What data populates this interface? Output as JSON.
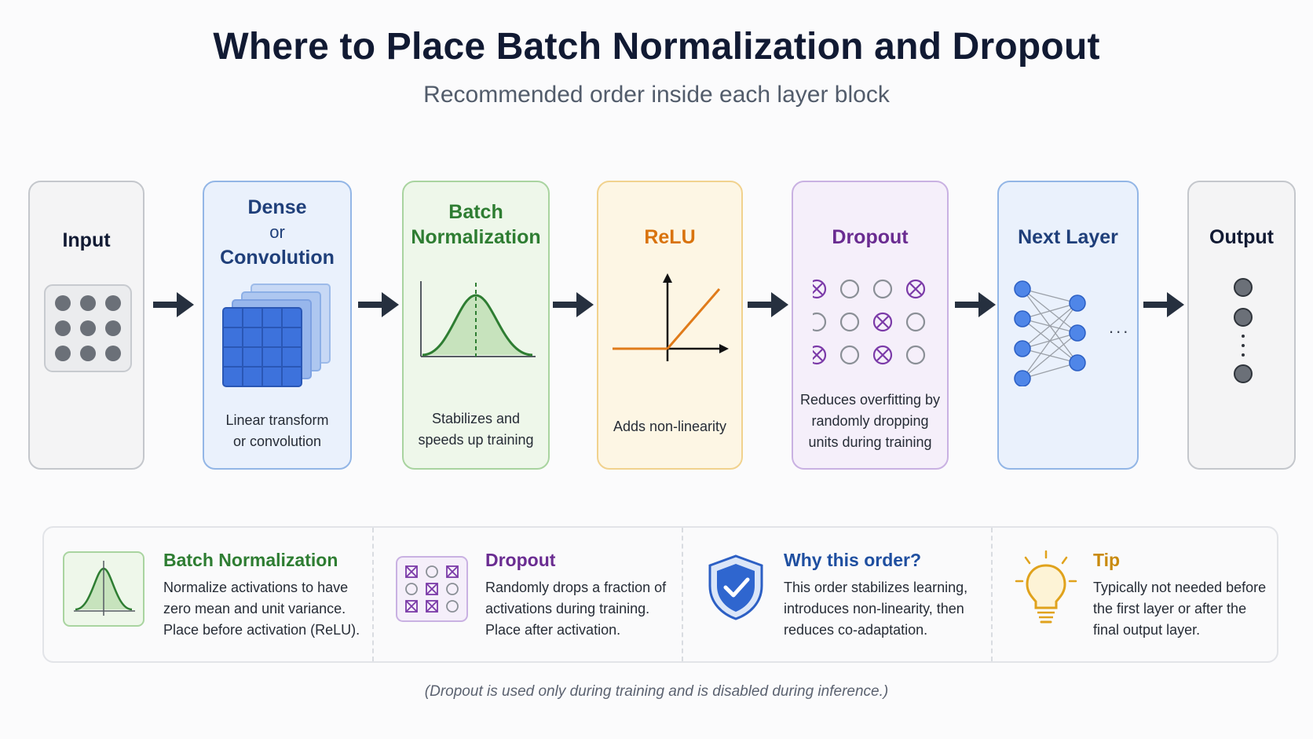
{
  "title": "Where to Place Batch Normalization and Dropout",
  "subtitle": "Recommended order inside each layer block",
  "flow": {
    "input": {
      "title": "Input"
    },
    "dense": {
      "title_line1": "Dense",
      "title_line2": "or",
      "title_line3": "Convolution",
      "desc_line1": "Linear transform",
      "desc_line2": "or convolution"
    },
    "batchnorm": {
      "title_line1": "Batch",
      "title_line2": "Normalization",
      "desc_line1": "Stabilizes and",
      "desc_line2": "speeds up training"
    },
    "relu": {
      "title": "ReLU",
      "desc": "Adds non-linearity"
    },
    "dropout": {
      "title": "Dropout",
      "desc_line1": "Reduces overfitting by",
      "desc_line2": "randomly dropping",
      "desc_line3": "units during training"
    },
    "next_layer": {
      "title": "Next Layer",
      "ellipsis": "..."
    },
    "output": {
      "title": "Output"
    }
  },
  "info": [
    {
      "title": "Batch Normalization",
      "lines": [
        "Normalize activations to have",
        "zero mean and unit variance.",
        "Place before activation (ReLU)."
      ],
      "color": "#2e7d32"
    },
    {
      "title": "Dropout",
      "lines": [
        "Randomly drops a fraction of",
        "activations during training.",
        "Place after activation."
      ],
      "color": "#6a2c91"
    },
    {
      "title": "Why this order?",
      "lines": [
        "This order stabilizes learning,",
        "introduces non-linearity, then",
        "reduces co-adaptation."
      ],
      "color": "#1f4fa0"
    },
    {
      "title": "Tip",
      "lines": [
        "Typically not needed before",
        "the first layer or after the",
        "final output layer."
      ],
      "color": "#c98a0c"
    }
  ],
  "footnote": "(Dropout is used only during training and is disabled during inference.)",
  "colors": {
    "input_border": "#bfc3c8",
    "dense_border": "#8fb3e6",
    "bn_border": "#a9d4a0",
    "relu_border": "#f1d28e",
    "dropout_border": "#c9b1e2",
    "next_border": "#8fb3e6",
    "relu_title": "#d9730d",
    "dropout_title": "#6a2c91",
    "bn_title": "#2e7d32",
    "dense_title": "#1f3f7a",
    "next_title": "#1f3f7a"
  }
}
